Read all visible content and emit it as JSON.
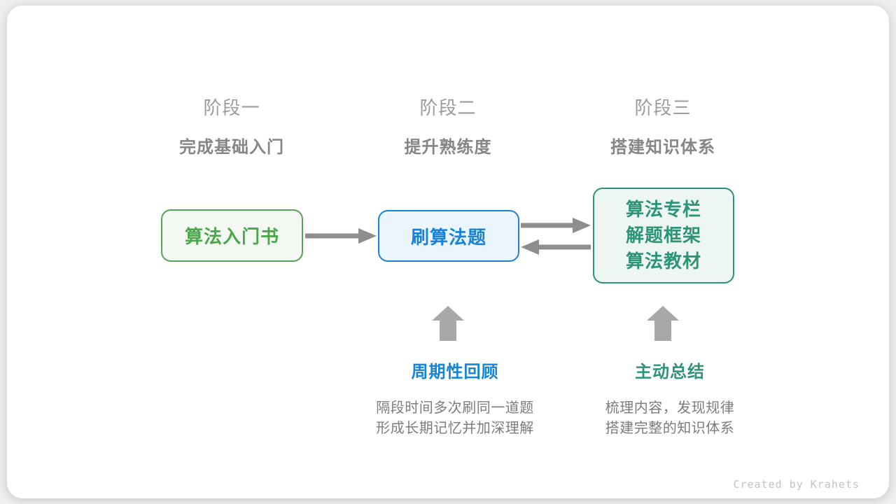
{
  "stages": [
    {
      "label": "阶段一",
      "subtitle": "完成基础入门"
    },
    {
      "label": "阶段二",
      "subtitle": "提升熟练度"
    },
    {
      "label": "阶段三",
      "subtitle": "搭建知识体系"
    }
  ],
  "boxes": [
    {
      "label": "算法入门书"
    },
    {
      "label": "刷算法题"
    },
    {
      "lines": [
        "算法专栏",
        "解题框架",
        "算法教材"
      ]
    }
  ],
  "annotations": [
    {
      "title": "周期性回顾",
      "lines": [
        "隔段时间多次刷同一道题",
        "形成长期记忆并加深理解"
      ]
    },
    {
      "title": "主动总结",
      "lines": [
        "梳理内容，发现规律",
        "搭建完整的知识体系"
      ]
    }
  ],
  "footer": {
    "credit": "Created by Krahets"
  },
  "colors": {
    "box1_border": "#58a058",
    "box1_text": "#4ca64c",
    "box1_fill": "#f3f9f2",
    "box2_border": "#1a82d9",
    "box2_fill": "#eaf5fd",
    "box3_border": "#2e9078",
    "box3_text": "#2e9478",
    "box3_fill": "#eef6f3",
    "annotation_blue": "#1585d5",
    "annotation_teal": "#2e9478",
    "stage_label_gray": "#9b9b9b",
    "stage_subtitle_gray": "#868686",
    "body_text_gray": "#7c7c7c",
    "flow_arrow_gray": "#8e8e8e",
    "up_arrow_gray": "#a8a8a8",
    "credit_gray": "#c3c3c3"
  }
}
